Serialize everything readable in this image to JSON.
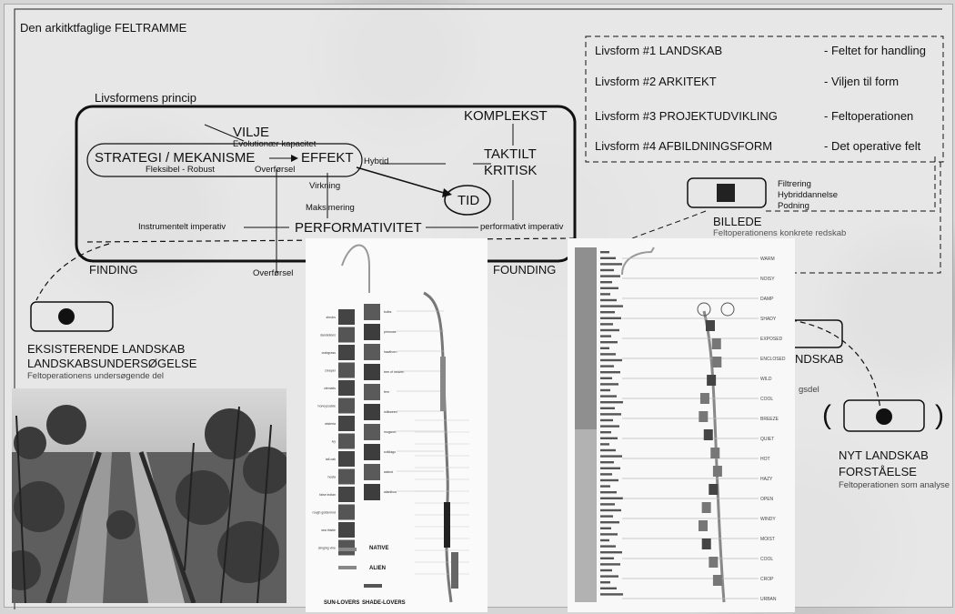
{
  "frame_title": "Den arkitktfaglige FELTRAMME",
  "principle_title": "Livsformens princip",
  "principle": {
    "vilje": "VILJE",
    "evolution": "Evolutionær kapacitet",
    "strategi": "STRATEGI / MEKANISME",
    "flex": "Fleksibel - Robust",
    "overforsel_top": "Overførsel",
    "effekt": "EFFEKT",
    "hybrid": "Hybrid",
    "virkning": "Virkning",
    "maksimering": "Maksimering",
    "tid": "TID",
    "komplekst": "KOMPLEKST",
    "taktilt": "TAKTILT",
    "kritisk": "KRITISK",
    "instrumentelt": "Instrumentelt imperativ",
    "performativitet": "PERFORMATIVITET",
    "perf_imperativ": "performativt imperativ",
    "finding": "FINDING",
    "founding": "FOUNDING",
    "overforsel_bottom": "Overførsel"
  },
  "livsformer": [
    {
      "name": "Livsform #1 LANDSKAB",
      "desc": "- Feltet for handling"
    },
    {
      "name": "Livsform #2 ARKITEKT",
      "desc": "- Viljen til form"
    },
    {
      "name": "Livsform #3 PROJEKTUDVIKLING",
      "desc": "- Feltoperationen"
    },
    {
      "name": "Livsform #4 AFBILDNINGSFORM",
      "desc": "- Det operative felt"
    }
  ],
  "billede": {
    "title": "BILLEDE",
    "sub": "Feltoperationens konkrete redskab",
    "items": [
      "Filtrering",
      "Hybriddannelse",
      "Podning"
    ]
  },
  "eksisterende": {
    "line1": "EKSISTERENDE LANDSKAB",
    "line2": "LANDSKABSUNDERSØGELSE",
    "sub": "Feltoperationens undersøgende del"
  },
  "right_partial": {
    "title": "NDSKAB",
    "sub": "gsdel"
  },
  "nyt": {
    "line1": "NYT LANDSKAB",
    "line2": "FORSTÅELSE",
    "sub": "Feltoperationen som analyse",
    "paren_open": "(",
    "paren_close": ")"
  },
  "plant_chart": {
    "left_names": [
      "shrubs",
      "dandelions",
      "crabgrass",
      "creeper",
      "clematis",
      "honeysuckle",
      "wisteria",
      "ivy",
      "tall oak",
      "hosta",
      "false indian",
      "rough goldenrod",
      "sea thistle",
      "clinging vine"
    ],
    "right_names": [
      "bulbs",
      "primrose",
      "hawthorn",
      "tree of heaven",
      "fern",
      "milkweed",
      "mugwort",
      "solidago",
      "walnut",
      "ailanthus"
    ],
    "legend_native": "NATIVE",
    "legend_alien": "ALIEN",
    "footer_left": "SUN-LOVERS",
    "footer_right": "SHADE-LOVERS"
  },
  "condition_chart": {
    "labels": [
      "WARM",
      "NOISY",
      "DAMP",
      "SHADY",
      "EXPOSED",
      "ENCLOSED",
      "WILD",
      "COOL",
      "BREEZE",
      "QUIET",
      "HOT",
      "HAZY",
      "OPEN",
      "WINDY",
      "MOIST",
      "COOL",
      "CROP",
      "URBAN"
    ]
  },
  "colors": {
    "panel": "#ececec",
    "ink": "#111111",
    "accent": "#666666"
  }
}
